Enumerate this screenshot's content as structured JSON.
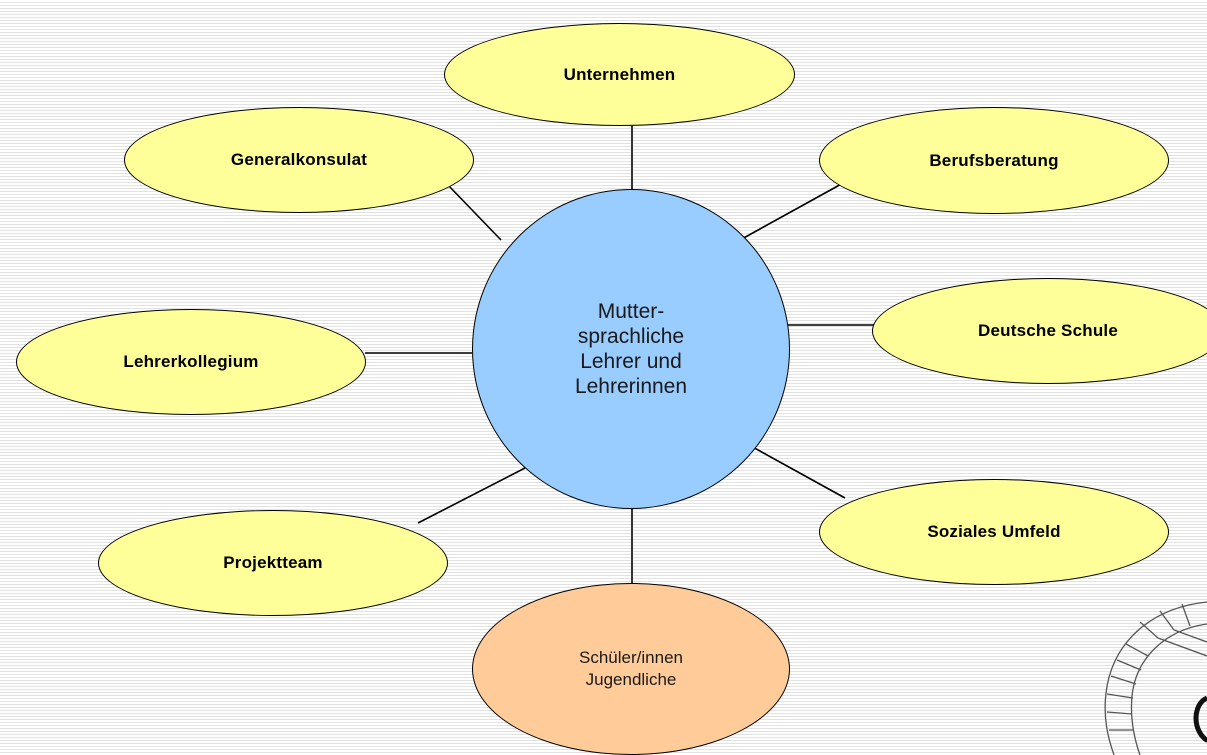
{
  "diagram": {
    "center": {
      "label": "Mutter-\nsprachliche\nLehrer und\nLehrerinnen",
      "fill": "#99ccff"
    },
    "nodes": [
      {
        "id": "unternehmen",
        "label": "Unternehmen"
      },
      {
        "id": "generalkonsulat",
        "label": "Generalkonsulat"
      },
      {
        "id": "berufsberatung",
        "label": "Berufsberatung"
      },
      {
        "id": "lehrerkollegium",
        "label": "Lehrerkollegium"
      },
      {
        "id": "deutsche-schule",
        "label": "Deutsche Schule"
      },
      {
        "id": "projektteam",
        "label": "Projektteam"
      },
      {
        "id": "soziales-umfeld",
        "label": "Soziales Umfeld"
      }
    ],
    "outer_fill": "#ffff99",
    "bottom": {
      "label": "Schüler/innen\nJugendliche",
      "fill": "#ffcc99"
    },
    "edge_color": "#000000",
    "background": "#f4f4f4"
  }
}
